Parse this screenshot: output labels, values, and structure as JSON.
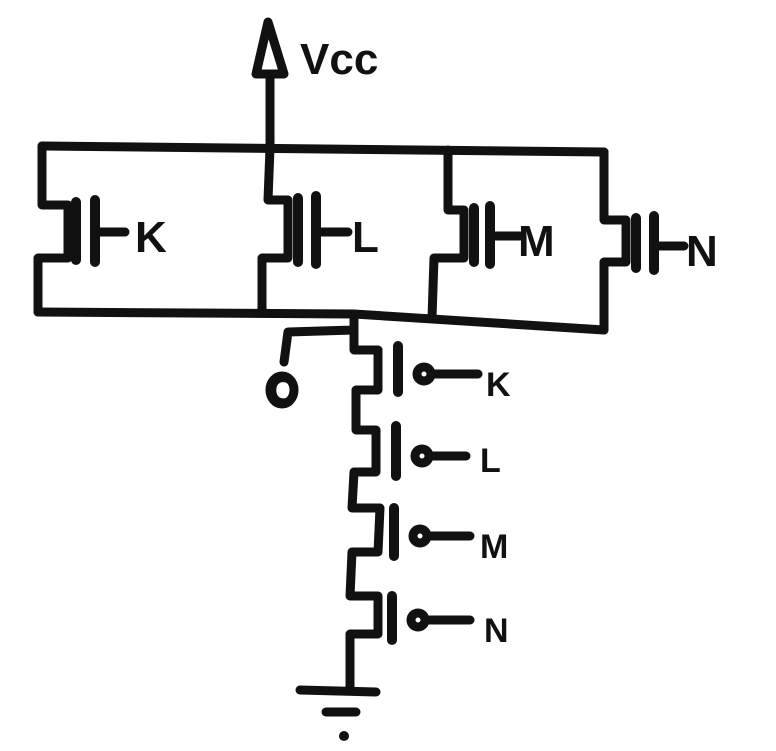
{
  "supply": {
    "label": "Vcc"
  },
  "output": {
    "label": "O"
  },
  "pullup": {
    "inputs": [
      "K",
      "L",
      "M",
      "N"
    ]
  },
  "pulldown": {
    "inputs": [
      "K",
      "L",
      "M",
      "N"
    ]
  },
  "colors": {
    "ink": "#111111",
    "background": "#ffffff"
  }
}
